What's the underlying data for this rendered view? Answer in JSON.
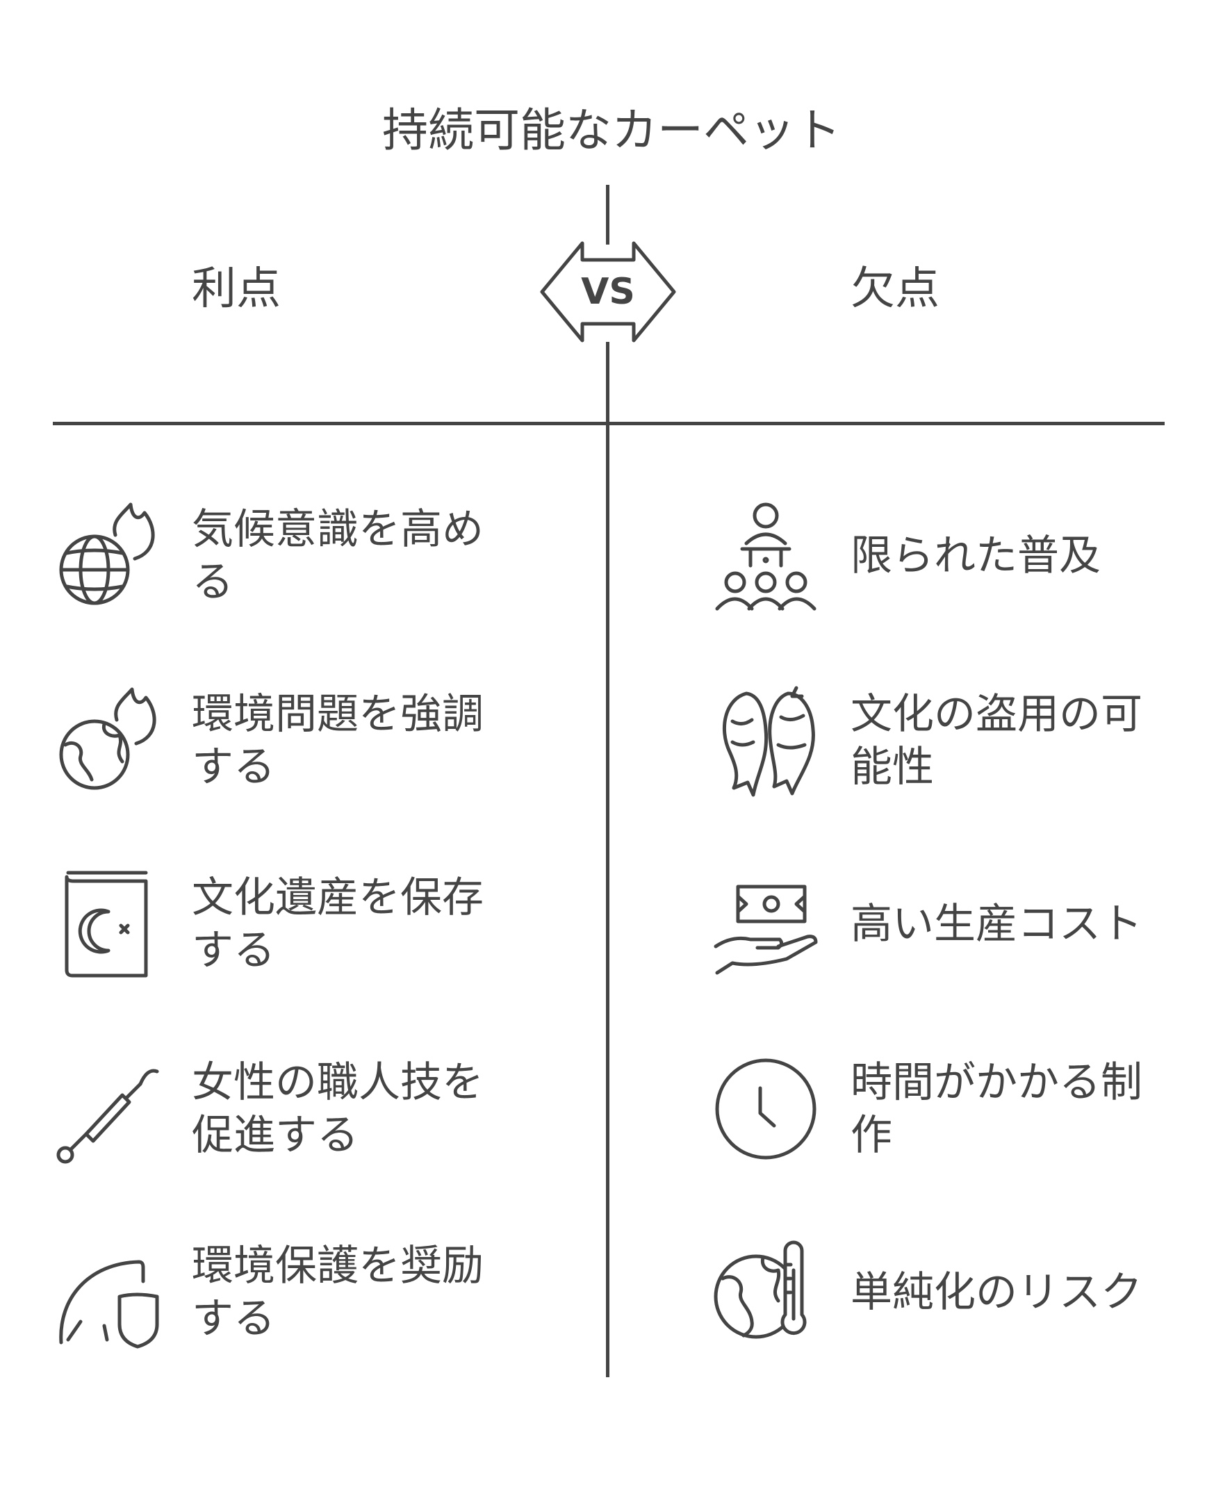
{
  "title": "持続可能なカーペット",
  "vs_label": "VS",
  "pros": {
    "heading": "利点",
    "items": [
      {
        "label": "気候意識を高める",
        "icon": "globe-fire-icon"
      },
      {
        "label": "環境問題を強調する",
        "icon": "earth-fire-icon"
      },
      {
        "label": "文化遺産を保存する",
        "icon": "book-crescent-icon"
      },
      {
        "label": "女性の職人技を促進する",
        "icon": "needle-tool-icon"
      },
      {
        "label": "環境保護を奨励する",
        "icon": "leaf-shield-icon"
      }
    ]
  },
  "cons": {
    "heading": "欠点",
    "items": [
      {
        "label": "限られた普及",
        "icon": "audience-speaker-icon"
      },
      {
        "label": "文化の盗用の可能性",
        "icon": "koi-fish-icon"
      },
      {
        "label": "高い生産コスト",
        "icon": "money-hand-icon"
      },
      {
        "label": "時間がかかる制作",
        "icon": "clock-icon"
      },
      {
        "label": "単純化のリスク",
        "icon": "earth-thermometer-icon"
      }
    ]
  },
  "colors": {
    "stroke": "#444444",
    "background": "#ffffff"
  }
}
